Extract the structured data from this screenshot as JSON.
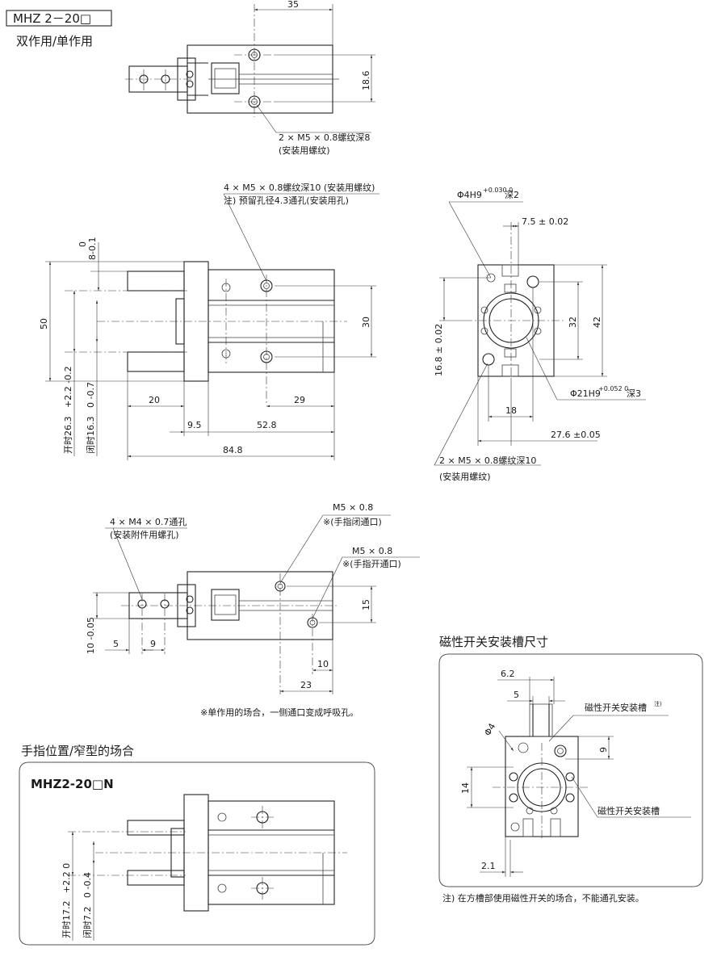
{
  "model_box": "MHZ 2－20□",
  "action_type": "双作用/单作用",
  "view1": {
    "dim_top": "35",
    "dim_right": "18.6",
    "note_line1": "2 × M5 × 0.8螺纹深8",
    "note_line2": "(安装用螺纹)"
  },
  "view2": {
    "note_line1": "4 × M5 × 0.8螺纹深10 (安装用螺纹)",
    "note_line2": "注) 预留孔径4.3通孔(安装用孔)",
    "dim_tol_top": "0",
    "dim_tol_val": "8-0.1",
    "dim_50": "50",
    "dim_30": "30",
    "dim_20": "20",
    "dim_29": "29",
    "dim_9_5": "9.5",
    "dim_52_8": "52.8",
    "dim_84_8": "84.8",
    "open_label": "开时26.3",
    "open_tol": "+2.2 -0.2",
    "close_label": "闭时16.3",
    "close_tol": "0 -0.7"
  },
  "view3": {
    "bore_top": "Φ4H9",
    "bore_top_tol": "+0.030 0",
    "bore_top_depth": "深2",
    "dim_7_5": "7.5 ± 0.02",
    "dim_32": "32",
    "dim_42": "42",
    "dim_16_8": "16.8 ± 0.02",
    "dim_18": "18",
    "bore_main": "Φ21H9",
    "bore_main_tol": "+0.052 0",
    "bore_main_depth": "深3",
    "dim_27_6": "27.6 ±0.05",
    "note_line1": "2 × M5 × 0.8螺纹深10",
    "note_line2": "(安装用螺纹)"
  },
  "view4": {
    "note_a1": "4 × M4 × 0.7通孔",
    "note_a2": "(安装附件用螺孔)",
    "port_close_1": "M5 × 0.8",
    "port_close_2": "※(手指闭通口)",
    "port_open_1": "M5 × 0.8",
    "port_open_2": "※(手指开通口)",
    "dim_15": "15",
    "dim_10_tol": "10 -0.05",
    "dim_5": "5",
    "dim_9": "9",
    "dim_10": "10",
    "dim_23": "23",
    "footnote": "※单作用的场合，一侧通口变成呼吸孔。"
  },
  "narrow": {
    "section_title": "手指位置/窄型的场合",
    "model": "MHZ2-20□N",
    "open_label": "开时17.2",
    "open_tol": "+2.2 0",
    "close_label": "闭时7.2",
    "close_tol": "0 -0.4"
  },
  "switch": {
    "section_title": "磁性开关安装槽尺寸",
    "dim_6_2": "6.2",
    "dim_5": "5",
    "slot_label_top": "磁性开关安装槽",
    "slot_note_mark": "注)",
    "dim_phi4": "Φ4",
    "dim_9": "9",
    "dim_14": "14",
    "slot_label_right": "磁性开关安装槽",
    "dim_2_1": "2.1",
    "footnote": "注) 在方槽部使用磁性开关的场合，不能通孔安装。"
  }
}
